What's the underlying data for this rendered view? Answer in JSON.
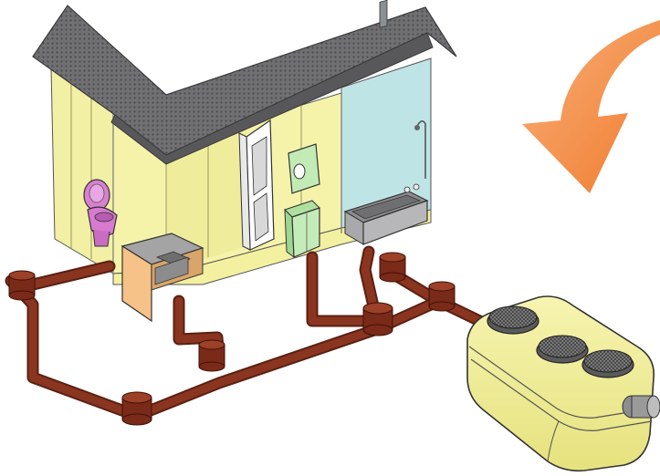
{
  "illustration": {
    "subject": "house-drainage-to-septic-tank",
    "elements": [
      "roof",
      "house-walls",
      "toilet",
      "kitchen-sink",
      "interior-door",
      "washbasin-cabinet",
      "bathtub",
      "shower-head",
      "drain-pipe-network",
      "inspection-chambers",
      "septic-tank",
      "tank-manhole-covers",
      "flow-arrow-icon"
    ]
  },
  "colors": {
    "background": "#ffffff",
    "wall": "#f2f0a0",
    "wall_shadow": "#e4e07c",
    "bathroom": "#bde3e4",
    "roof": "#6f6f72",
    "pipe": "#8a3520",
    "pipe_dark": "#5a2012",
    "toilet": "#d77ad0",
    "counter": "#f7c48a",
    "tub": "#9a9a9c",
    "cabinet": "#bfe8b4",
    "tank": "#f3f1a2",
    "arrow_start": "#f7a56a",
    "arrow_end": "#f17b2e",
    "outline": "#333333"
  }
}
